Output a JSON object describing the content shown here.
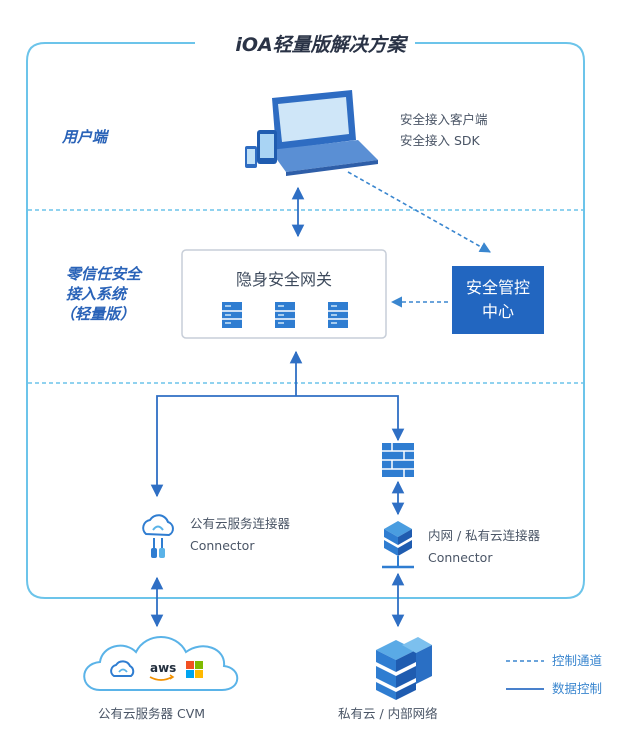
{
  "title": "iOA轻量版解决方案",
  "zones": {
    "user_end": "用户端",
    "zero_trust_line1": "零信任安全",
    "zero_trust_line2": "接入系统",
    "zero_trust_line3": "（轻量版）"
  },
  "client": {
    "line1": "安全接入客户端",
    "line2": "安全接入 SDK"
  },
  "gateway": {
    "title": "隐身安全网关"
  },
  "manager": {
    "line1": "安全管控",
    "line2": "中心"
  },
  "public_connector": {
    "line1": "公有云服务连接器",
    "line2": "Connector"
  },
  "private_connector": {
    "line1": "内网 / 私有云连接器",
    "line2": "Connector"
  },
  "public_cloud": {
    "label": "公有云服务器 CVM",
    "aws_text": "aws"
  },
  "private_cloud": {
    "label": "私有云 / 内部网络"
  },
  "legend": {
    "dashed": "控制通道",
    "solid": "数据控制"
  },
  "colors": {
    "primary": "#2266c0",
    "frame": "#6cc4ea",
    "light": "#8fd0f0",
    "gray": "#c7ced8"
  },
  "icons": [
    "laptop-icon",
    "server-icon",
    "firewall-icon",
    "cloud-link-icon",
    "cloud-icon",
    "windows-icon",
    "server-stack-icon"
  ]
}
